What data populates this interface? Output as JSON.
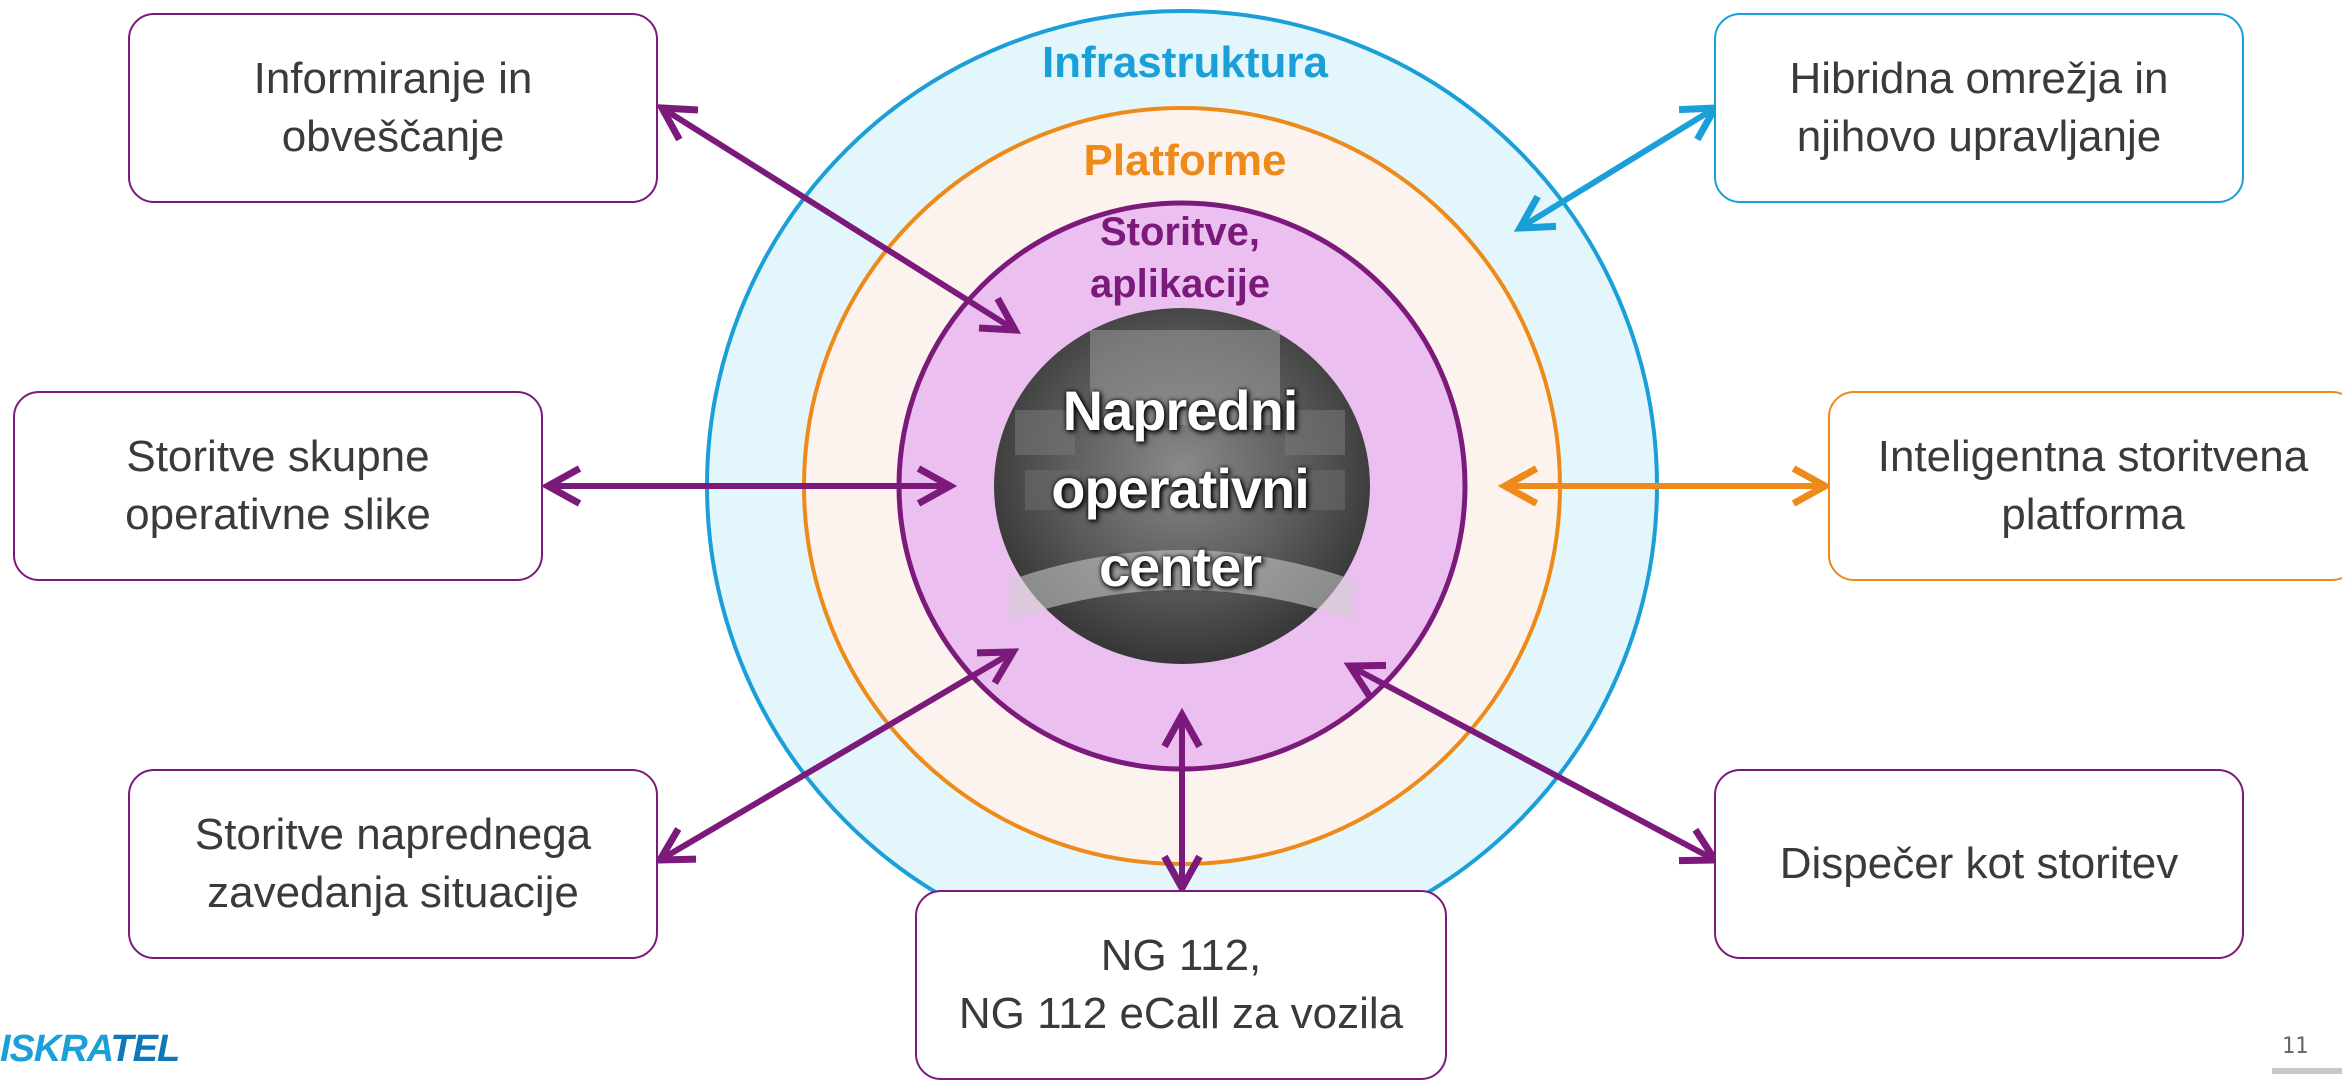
{
  "rings": {
    "outer_label": "Infrastruktura",
    "middle_label": "Platforme",
    "inner_label_line1": "Storitve,",
    "inner_label_line2": "aplikacije"
  },
  "center": {
    "line1": "Napredni",
    "line2": "operativni",
    "line3": "center"
  },
  "boxes": {
    "informiranje": {
      "line1": "Informiranje in",
      "line2": "obveščanje"
    },
    "hibridna": {
      "line1": "Hibridna omrežja in",
      "line2": "njihovo upravljanje"
    },
    "skupne_slike": {
      "line1": "Storitve skupne",
      "line2": "operativne slike"
    },
    "platforma": {
      "line1": "Inteligentna storitvena",
      "line2": "platforma"
    },
    "zavedanje": {
      "line1": "Storitve naprednega",
      "line2": "zavedanja situacije"
    },
    "dispecer": {
      "line1": "Dispečer kot storitev"
    },
    "ng112": {
      "line1": "NG 112,",
      "line2": "NG 112 eCall za vozila"
    }
  },
  "logo": {
    "part1": "ISKRA",
    "part2": "TEL"
  },
  "page_number": "11",
  "colors": {
    "purple": "#7b1a7b",
    "orange": "#ee8a1a",
    "blue": "#1a9fd8",
    "outer_fill": "#e3f6fc",
    "middle_fill": "#fdf3ee",
    "inner_fill": "#ebc0f0"
  }
}
